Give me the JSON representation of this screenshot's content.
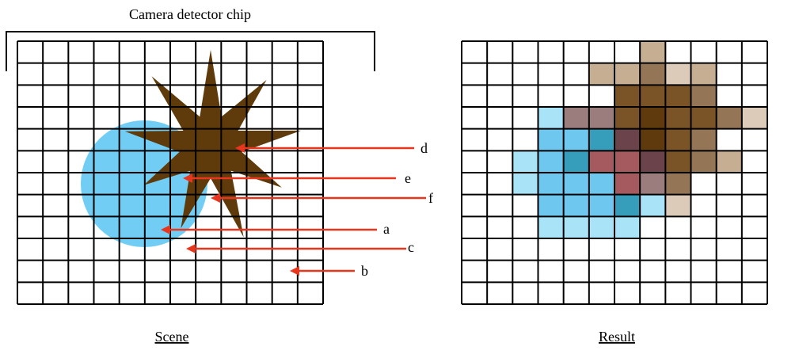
{
  "title": "Camera detector chip",
  "scene": {
    "caption": "Scene",
    "labels": [
      {
        "id": "d",
        "text": "d"
      },
      {
        "id": "e",
        "text": "e"
      },
      {
        "id": "f",
        "text": "f"
      },
      {
        "id": "a",
        "text": "a"
      },
      {
        "id": "c",
        "text": "c"
      },
      {
        "id": "b",
        "text": "b"
      }
    ]
  },
  "result": {
    "caption": "Result",
    "columns": 12,
    "rows": 12,
    "cells": [
      {
        "col": 7,
        "row": 0,
        "color": "#C6AE93"
      },
      {
        "col": 5,
        "row": 1,
        "color": "#C6AE93"
      },
      {
        "col": 6,
        "row": 1,
        "color": "#C6AE93"
      },
      {
        "col": 7,
        "row": 1,
        "color": "#947656"
      },
      {
        "col": 8,
        "row": 1,
        "color": "#DCCBB9"
      },
      {
        "col": 9,
        "row": 1,
        "color": "#C6AE93"
      },
      {
        "col": 6,
        "row": 2,
        "color": "#7A5326"
      },
      {
        "col": 7,
        "row": 2,
        "color": "#7A5326"
      },
      {
        "col": 8,
        "row": 2,
        "color": "#7A5326"
      },
      {
        "col": 9,
        "row": 2,
        "color": "#947656"
      },
      {
        "col": 3,
        "row": 3,
        "color": "#A9E3F7"
      },
      {
        "col": 4,
        "row": 3,
        "color": "#9C7D7E"
      },
      {
        "col": 5,
        "row": 3,
        "color": "#9C7D7E"
      },
      {
        "col": 6,
        "row": 3,
        "color": "#7A5326"
      },
      {
        "col": 7,
        "row": 3,
        "color": "#5E3A0C"
      },
      {
        "col": 8,
        "row": 3,
        "color": "#7A5326"
      },
      {
        "col": 9,
        "row": 3,
        "color": "#7A5326"
      },
      {
        "col": 10,
        "row": 3,
        "color": "#947656"
      },
      {
        "col": 11,
        "row": 3,
        "color": "#DCCBB9"
      },
      {
        "col": 3,
        "row": 4,
        "color": "#6EC7EE"
      },
      {
        "col": 4,
        "row": 4,
        "color": "#6EC7EE"
      },
      {
        "col": 5,
        "row": 4,
        "color": "#369EBB"
      },
      {
        "col": 6,
        "row": 4,
        "color": "#6B434A"
      },
      {
        "col": 7,
        "row": 4,
        "color": "#5E3A0C"
      },
      {
        "col": 8,
        "row": 4,
        "color": "#7A5326"
      },
      {
        "col": 9,
        "row": 4,
        "color": "#947656"
      },
      {
        "col": 2,
        "row": 5,
        "color": "#A9E3F7"
      },
      {
        "col": 3,
        "row": 5,
        "color": "#6EC7EE"
      },
      {
        "col": 4,
        "row": 5,
        "color": "#369EBB"
      },
      {
        "col": 5,
        "row": 5,
        "color": "#A45A5F"
      },
      {
        "col": 6,
        "row": 5,
        "color": "#A45A5F"
      },
      {
        "col": 7,
        "row": 5,
        "color": "#6B434A"
      },
      {
        "col": 8,
        "row": 5,
        "color": "#7A5326"
      },
      {
        "col": 9,
        "row": 5,
        "color": "#947656"
      },
      {
        "col": 10,
        "row": 5,
        "color": "#C6AE93"
      },
      {
        "col": 2,
        "row": 6,
        "color": "#A9E3F7"
      },
      {
        "col": 3,
        "row": 6,
        "color": "#6EC7EE"
      },
      {
        "col": 4,
        "row": 6,
        "color": "#6EC7EE"
      },
      {
        "col": 5,
        "row": 6,
        "color": "#6EC7EE"
      },
      {
        "col": 6,
        "row": 6,
        "color": "#A45A5F"
      },
      {
        "col": 7,
        "row": 6,
        "color": "#9C7D7E"
      },
      {
        "col": 8,
        "row": 6,
        "color": "#947656"
      },
      {
        "col": 3,
        "row": 7,
        "color": "#6EC7EE"
      },
      {
        "col": 4,
        "row": 7,
        "color": "#6EC7EE"
      },
      {
        "col": 5,
        "row": 7,
        "color": "#6EC7EE"
      },
      {
        "col": 6,
        "row": 7,
        "color": "#369EBB"
      },
      {
        "col": 7,
        "row": 7,
        "color": "#A9E3F7"
      },
      {
        "col": 8,
        "row": 7,
        "color": "#DCCBB9"
      },
      {
        "col": 3,
        "row": 8,
        "color": "#A9E3F7"
      },
      {
        "col": 4,
        "row": 8,
        "color": "#A9E3F7"
      },
      {
        "col": 5,
        "row": 8,
        "color": "#A9E3F7"
      },
      {
        "col": 6,
        "row": 8,
        "color": "#A9E3F7"
      }
    ]
  },
  "colors": {
    "grid_line": "#000000",
    "circle": "#71CDF4",
    "star": "#5F3A0A",
    "arrow": "#E8361E"
  }
}
